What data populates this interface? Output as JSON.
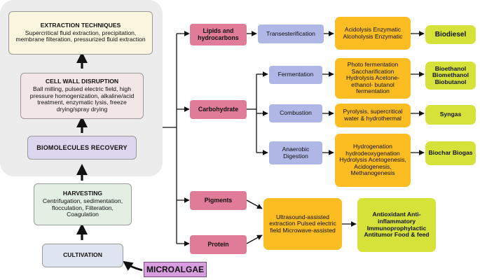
{
  "pipeline": {
    "extraction": {
      "title": "EXTRACTION TECHNIQUES",
      "body": "Supercritical fluid extraction, precipitation, membrane filteration, pressurized fluid extraction"
    },
    "disruption": {
      "title": "CELL WALL DISRUPTION",
      "body": "Ball milling, pulsed electric field, high pressure homogenization, alkaline/acid treatment, enzymatic lysis, freeze drying/spray drying"
    },
    "recovery": "BIOMOLECULES RECOVERY",
    "harvesting": {
      "title": "HARVESTING",
      "body": "Centrifugation, sedimentation, flocculation, Filteration, Coagulation"
    },
    "cultivation": "CULTIVATION",
    "source": "MICROALGAE"
  },
  "biomolecules": {
    "lipids": "Lipids and hydrocarbons",
    "carbohydrate": "Carbohydrate",
    "pigments": "Pigments",
    "protein": "Protein"
  },
  "processes": {
    "transesterification": "Transesterification",
    "fermentation": "Fermentation",
    "combustion": "Combustion",
    "anaerobic": "Anaerobic Digestion"
  },
  "methods": {
    "acidolysis": "Acidolysis Enzymatic Alcoholysis Enzymatic",
    "photo": "Photo fermentation Saccharification Hydrolysis Acetone-ethanol- butanol fermentation",
    "pyrolysis": "Pyrolysis, supercritical water & hydrothermal",
    "hydrogenation": "Hydrogenation hydrodeoxygenation Hydrolysis Acetogenesis, Acidogenesis, Methanogenesis",
    "ultrasound": "Ultrasound-assisted extraction Pulsed electric field Microwave-assisted"
  },
  "products": {
    "biodiesel": "Biodiesel",
    "alcohols": "Bioethanol Biomethanol Biobutanol",
    "syngas": "Syngas",
    "biochar": "Biochar Biogas",
    "health": "Antioxidant Anti-inflammatory Immunoprophylactic Antitumor Food & feed"
  },
  "colors": {
    "panel": "#ececec",
    "biomolecule": "#e07b98",
    "process": "#aeb7e6",
    "method": "#fbbd22",
    "product": "#d6e23a",
    "source": "#d89ee0"
  }
}
